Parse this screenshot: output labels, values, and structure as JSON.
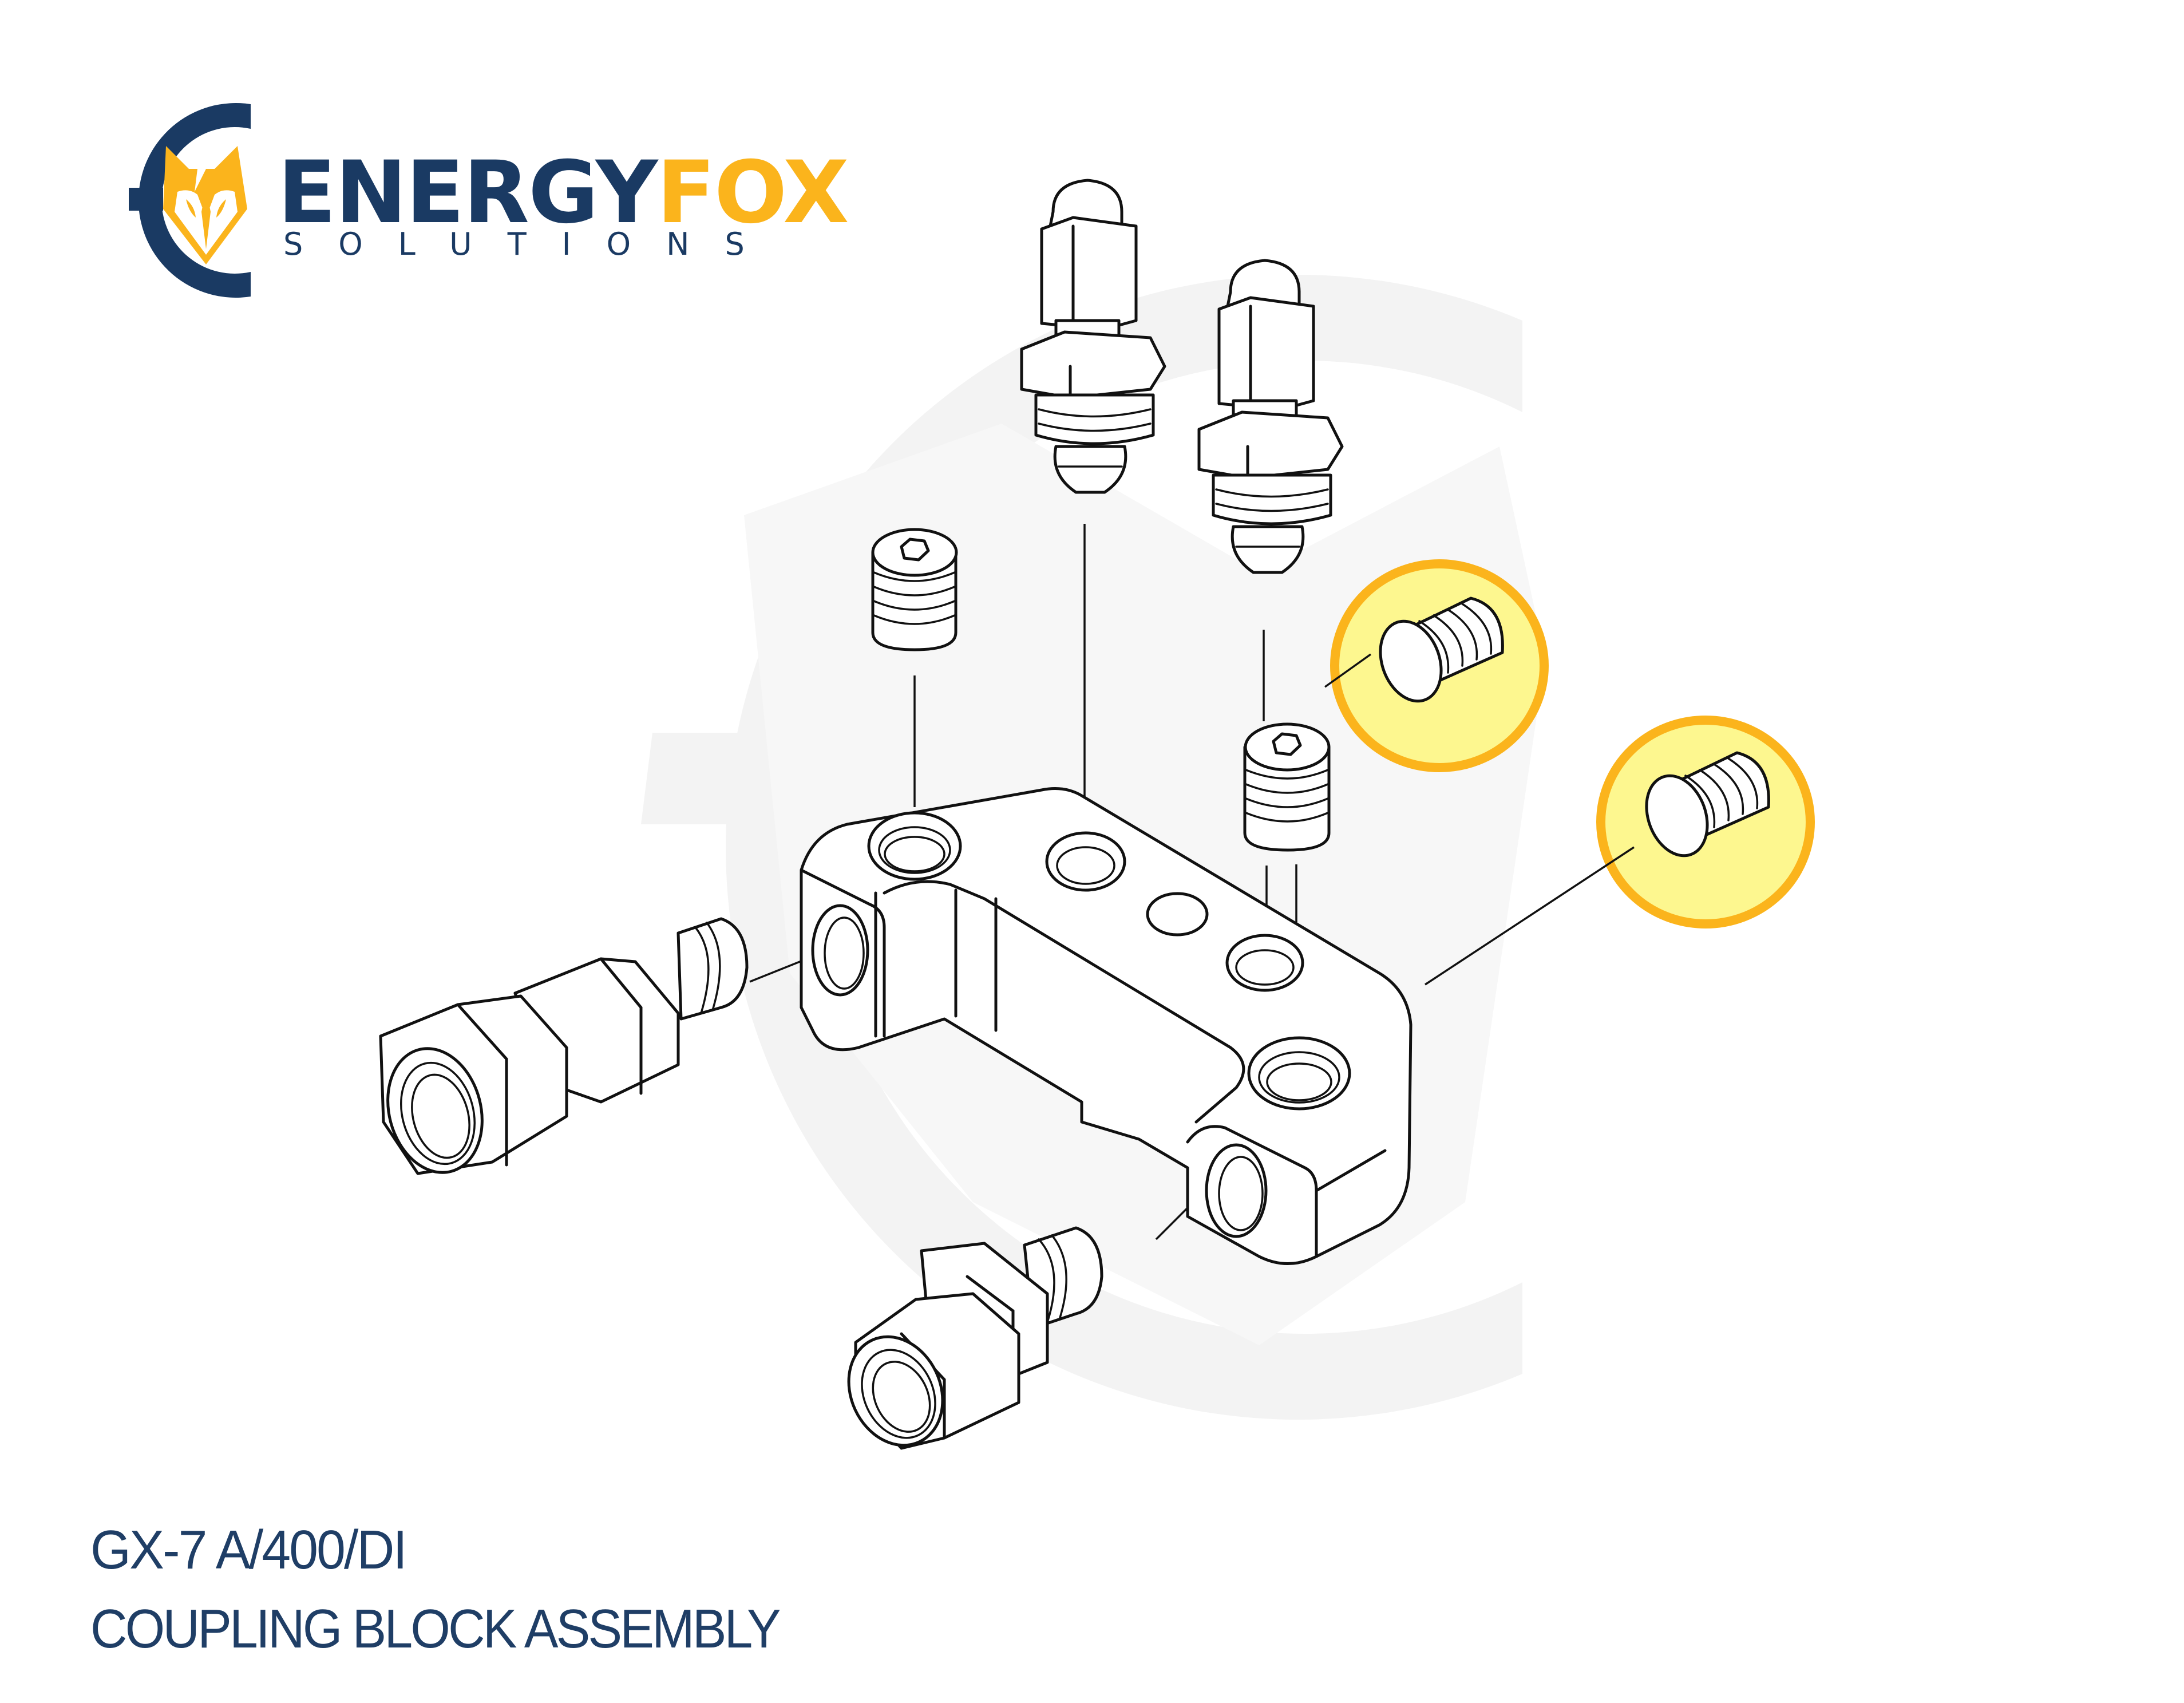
{
  "brand": {
    "name_part1": "ENERGY",
    "name_part2": "FOX",
    "tagline": "SOLUTIONS",
    "colors": {
      "navy": "#1a3a63",
      "gold": "#fbb41c",
      "highlight_fill": "#fdf78f",
      "highlight_ring": "#fbb41c",
      "watermark": "#f3f3f3",
      "title_text": "#1f3e66"
    }
  },
  "diagram": {
    "model": "GX-7 A/400/DI",
    "title": "COUPLING BLOCK ASSEMBLY",
    "parts": [
      {
        "id": "coupling-block",
        "type": "L-shaped coupling block body"
      },
      {
        "id": "bleed-valve-1",
        "type": "bleed valve fitting",
        "highlighted": false
      },
      {
        "id": "bleed-valve-2",
        "type": "bleed valve fitting",
        "highlighted": false
      },
      {
        "id": "socket-plug-1",
        "type": "hex socket pipe plug",
        "highlighted": false
      },
      {
        "id": "socket-plug-2",
        "type": "hex socket pipe plug",
        "highlighted": false
      },
      {
        "id": "pipe-plug-1",
        "type": "threaded pipe plug",
        "highlighted": true
      },
      {
        "id": "pipe-plug-2",
        "type": "threaded pipe plug",
        "highlighted": true
      },
      {
        "id": "swivel-fitting-1",
        "type": "female swivel adapter",
        "highlighted": false
      },
      {
        "id": "swivel-fitting-2",
        "type": "female swivel adapter",
        "highlighted": false
      }
    ]
  }
}
